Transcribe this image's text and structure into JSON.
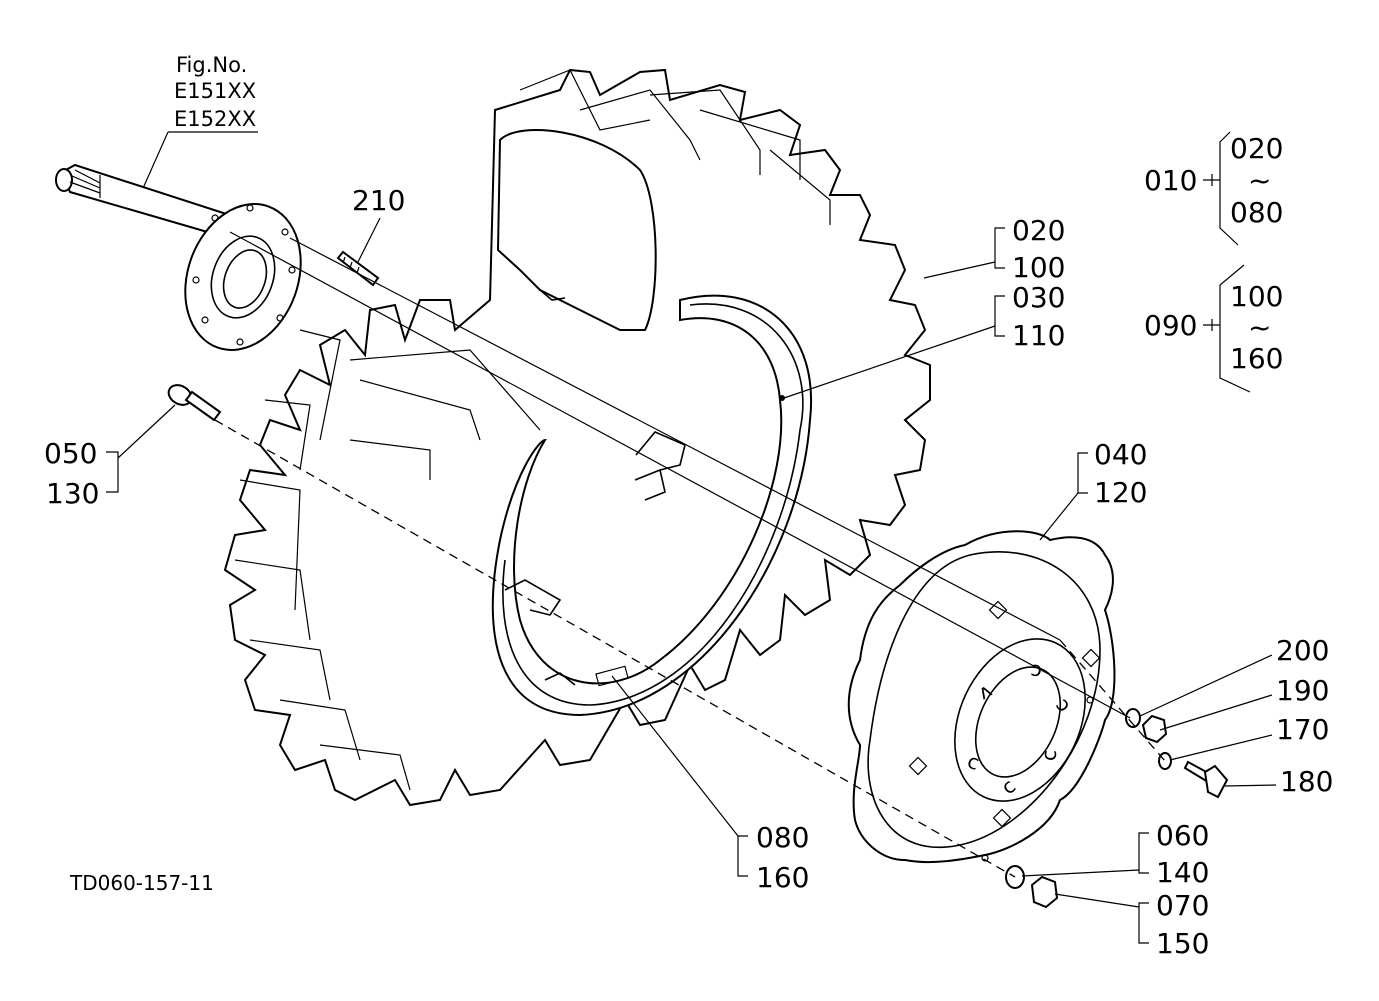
{
  "figure": {
    "fig_no_label": "Fig.No.",
    "fig_codes": [
      "E151XX",
      "E152XX"
    ],
    "drawing_id": "TD060-157-11"
  },
  "callouts": {
    "c210": "210",
    "c020_100": [
      "020",
      "100"
    ],
    "c030_110": [
      "030",
      "110"
    ],
    "c050_130": [
      "050",
      "130"
    ],
    "c040_120": [
      "040",
      "120"
    ],
    "c200": "200",
    "c190": "190",
    "c170": "170",
    "c180": "180",
    "c080_160": [
      "080",
      "160"
    ],
    "c060_140": [
      "060",
      "140"
    ],
    "c070_150": [
      "070",
      "150"
    ]
  },
  "legend": {
    "group1": {
      "parent": "010",
      "from": "020",
      "tilde": "~",
      "to": "080"
    },
    "group2": {
      "parent": "090",
      "from": "100",
      "tilde": "~",
      "to": "160"
    }
  }
}
